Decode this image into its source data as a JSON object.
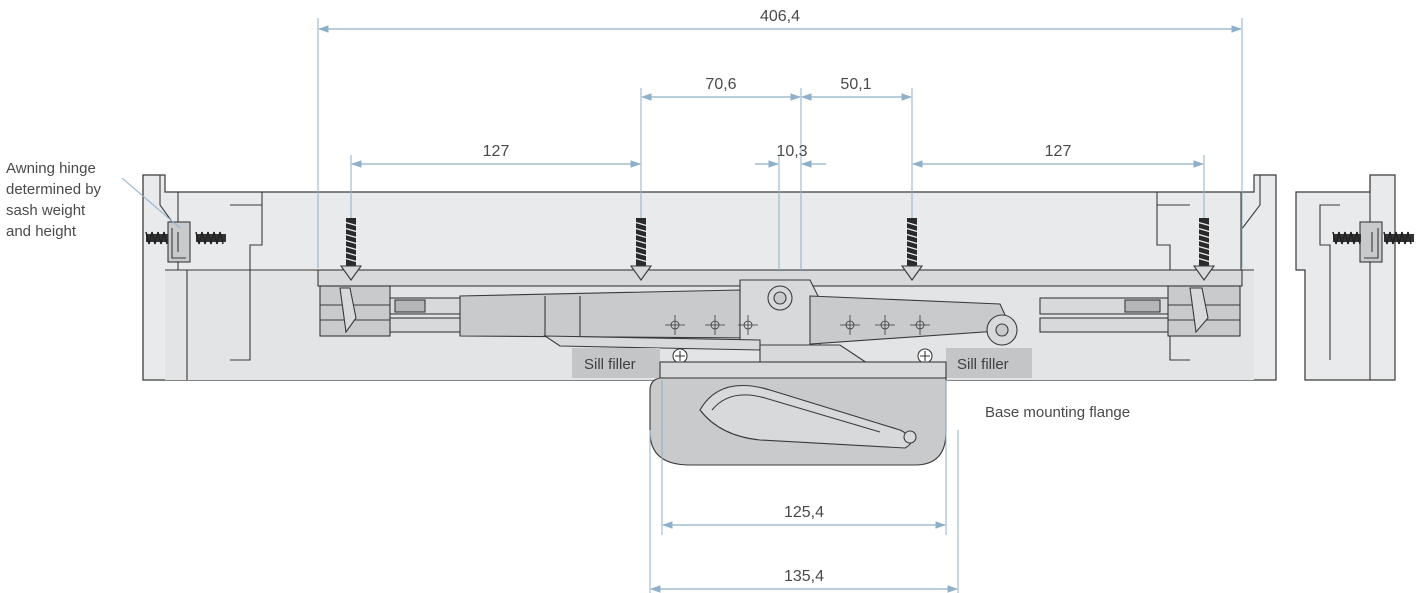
{
  "diagram": {
    "dimensions": {
      "overall_width": "406,4",
      "left_screw_spacing": "127",
      "right_screw_spacing": "127",
      "left_center_offset": "70,6",
      "right_center_offset": "50,1",
      "center_gap": "10,3",
      "base_inner_width": "125,4",
      "base_outer_width": "135,4"
    },
    "labels": {
      "awning_hinge": [
        "Awning hinge",
        "determined by",
        "sash weight",
        "and height"
      ],
      "sill_filler_left": "Sill filler",
      "sill_filler_right": "Sill filler",
      "base_mounting_flange": "Base mounting flange"
    },
    "colors": {
      "dimension_line": "#8fb0c8",
      "frame_fill": "#e9eaeb",
      "hardware_fill": "#c9cacc",
      "sill_filler_fill": "#c4c5c7",
      "outline": "#3a3a3a"
    },
    "icons": [
      "wood-screw-icon",
      "bolt-icon",
      "handle-icon"
    ]
  }
}
